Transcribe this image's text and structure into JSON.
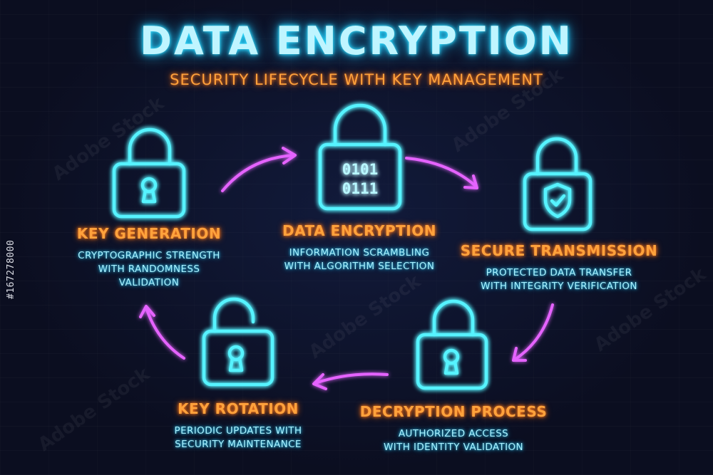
{
  "header": {
    "title": "DATA ENCRYPTION",
    "subtitle": "SECURITY LIFECYCLE WITH KEY MANAGEMENT"
  },
  "colors": {
    "background": "#0b0e20",
    "neon_cyan": "#57f3ff",
    "neon_orange": "#ffa23c",
    "neon_magenta": "#e563ff"
  },
  "steps": [
    {
      "id": "key-generation",
      "icon": "lock-icon",
      "title": "KEY GENERATION",
      "description": [
        "CRYPTOGRAPHIC STRENGTH",
        "WITH RANDOMNESS",
        "VALIDATION"
      ]
    },
    {
      "id": "data-encryption",
      "icon": "binary-lock-icon",
      "title": "DATA ENCRYPTION",
      "lock_text": [
        "0101",
        "0111"
      ],
      "description": [
        "INFORMATION SCRAMBLING",
        "WITH ALGORITHM SELECTION"
      ]
    },
    {
      "id": "secure-transmission",
      "icon": "shield-lock-icon",
      "title": "SECURE TRANSMISSION",
      "description": [
        "PROTECTED DATA TRANSFER",
        "WITH INTEGRITY VERIFICATION"
      ]
    },
    {
      "id": "decryption-process",
      "icon": "lock-icon",
      "title": "DECRYPTION PROCESS",
      "description": [
        "AUTHORIZED ACCESS",
        "WITH IDENTITY VALIDATION"
      ]
    },
    {
      "id": "key-rotation",
      "icon": "open-lock-icon",
      "title": "KEY ROTATION",
      "description": [
        "PERIODIC UPDATES WITH",
        "SECURITY MAINTENANCE"
      ]
    }
  ],
  "flow_arrows": [
    "arrow-key-generation-to-data-encryption",
    "arrow-data-encryption-to-secure-transmission",
    "arrow-secure-transmission-to-decryption-process",
    "arrow-decryption-process-to-key-rotation",
    "arrow-key-rotation-to-key-generation"
  ],
  "watermark": {
    "text": "Adobe Stock",
    "side_id": "#167278000"
  }
}
